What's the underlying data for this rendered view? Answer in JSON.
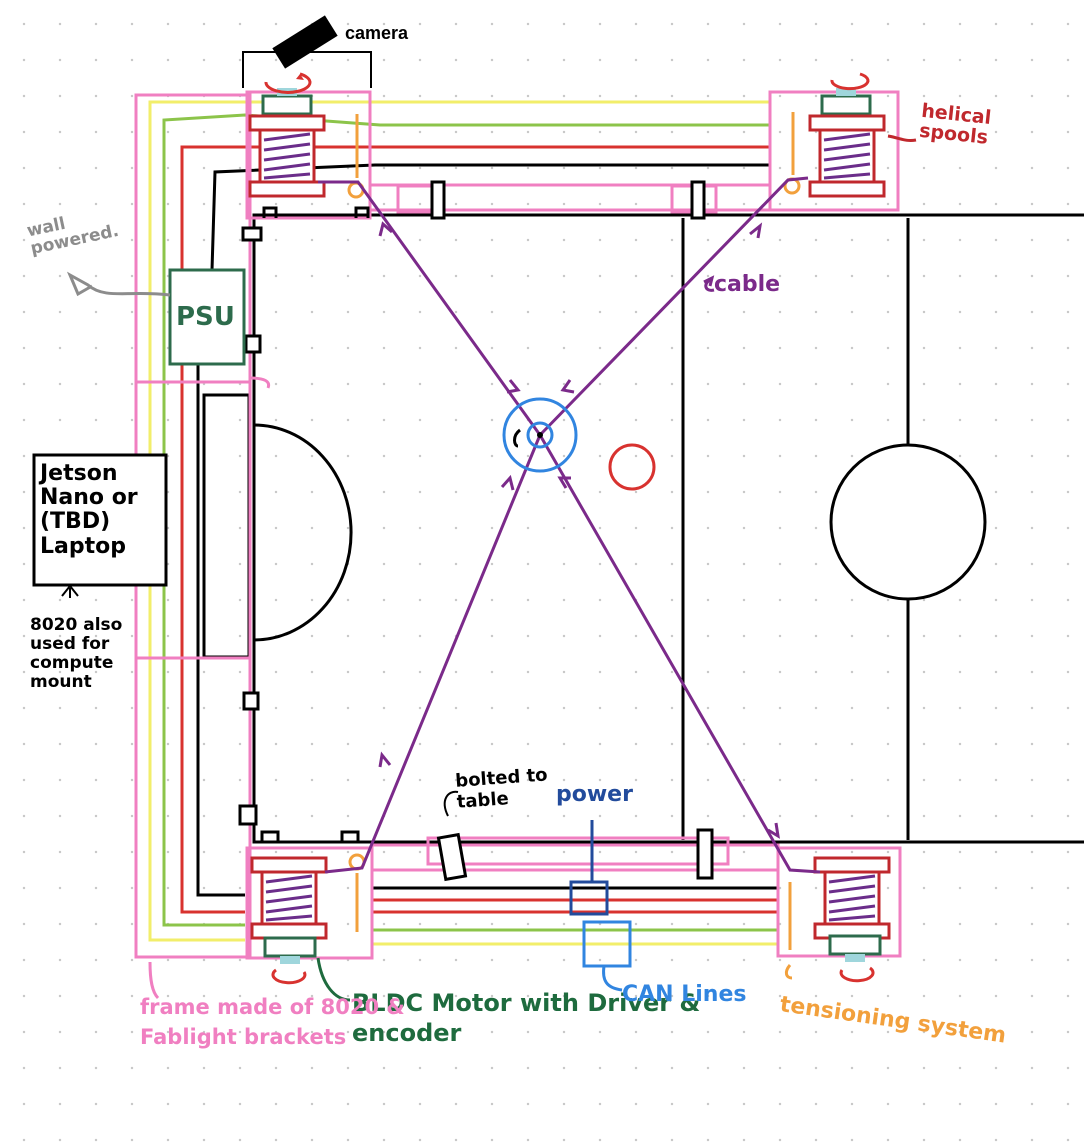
{
  "labels": {
    "camera": "camera",
    "helical_spools": "helical spools",
    "wall_powered": "wall powered.",
    "psu": "PSU",
    "cable": "cable",
    "jetson": "Jetson Nano or (TBD) Laptop",
    "frame_8020": "8020 also used for compute mount",
    "bolted_to_table": "bolted to table",
    "power": "power",
    "bldc_motor": "BLDC Motor with Driver & encoder",
    "can_lines": "CAN Lines",
    "tensioning_system": "tensioning system",
    "frame": "frame made of 8020 & Fablight brackets"
  },
  "colors": {
    "frame": "#f07fc1",
    "spool": "#c0282d",
    "spool_winding": "#6b2d8a",
    "motor": "#2d6b4c",
    "motor_cap": "#9fd6dc",
    "tension": "#f2a03c",
    "cable": "#7b2a8a",
    "wire_red": "#d8322f",
    "wire_green": "#8cc44a",
    "wire_yellow": "#f2ee6a",
    "wire_black": "#000000",
    "can": "#3185e0",
    "power_box": "#224b9c",
    "puck": "#d8322f",
    "paddle": "#3185e0",
    "label_gray": "#8c8c8c"
  }
}
